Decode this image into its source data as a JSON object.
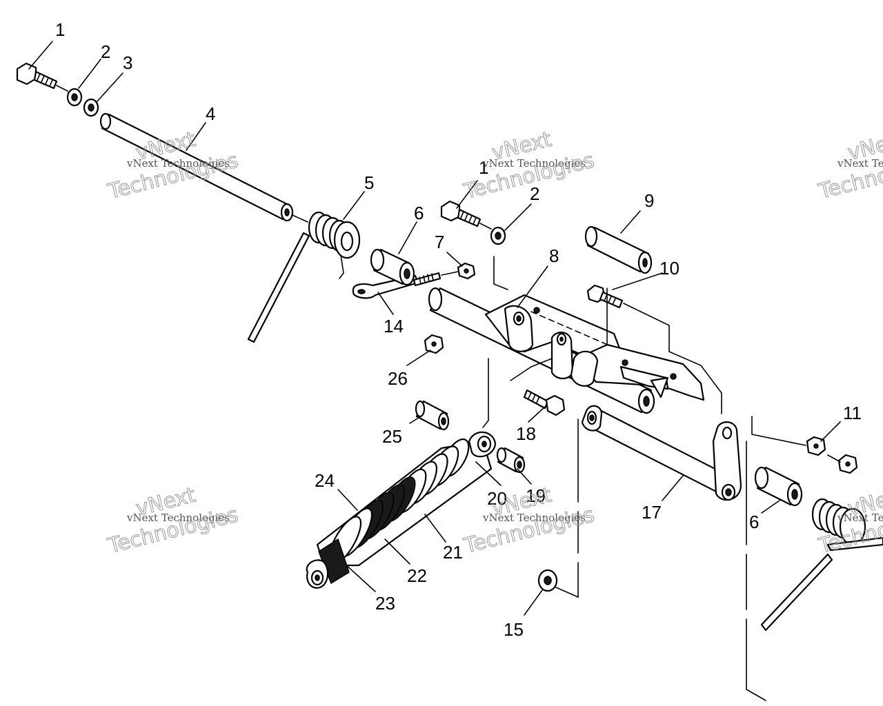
{
  "watermark": {
    "line1": "vNext Technologies",
    "logo_small": "vNext",
    "logo_large": "Technologies"
  },
  "callouts": {
    "c1a": "1",
    "c2a": "2",
    "c3": "3",
    "c4": "4",
    "c5": "5",
    "c1b": "1",
    "c2b": "2",
    "c6a": "6",
    "c7": "7",
    "c8": "8",
    "c9": "9",
    "c10": "10",
    "c14": "14",
    "c26": "26",
    "c25": "25",
    "c18": "18",
    "c24": "24",
    "c20": "20",
    "c19": "19",
    "c21": "21",
    "c22": "22",
    "c23": "23",
    "c15": "15",
    "c17": "17",
    "c6b": "6",
    "c11": "11"
  }
}
